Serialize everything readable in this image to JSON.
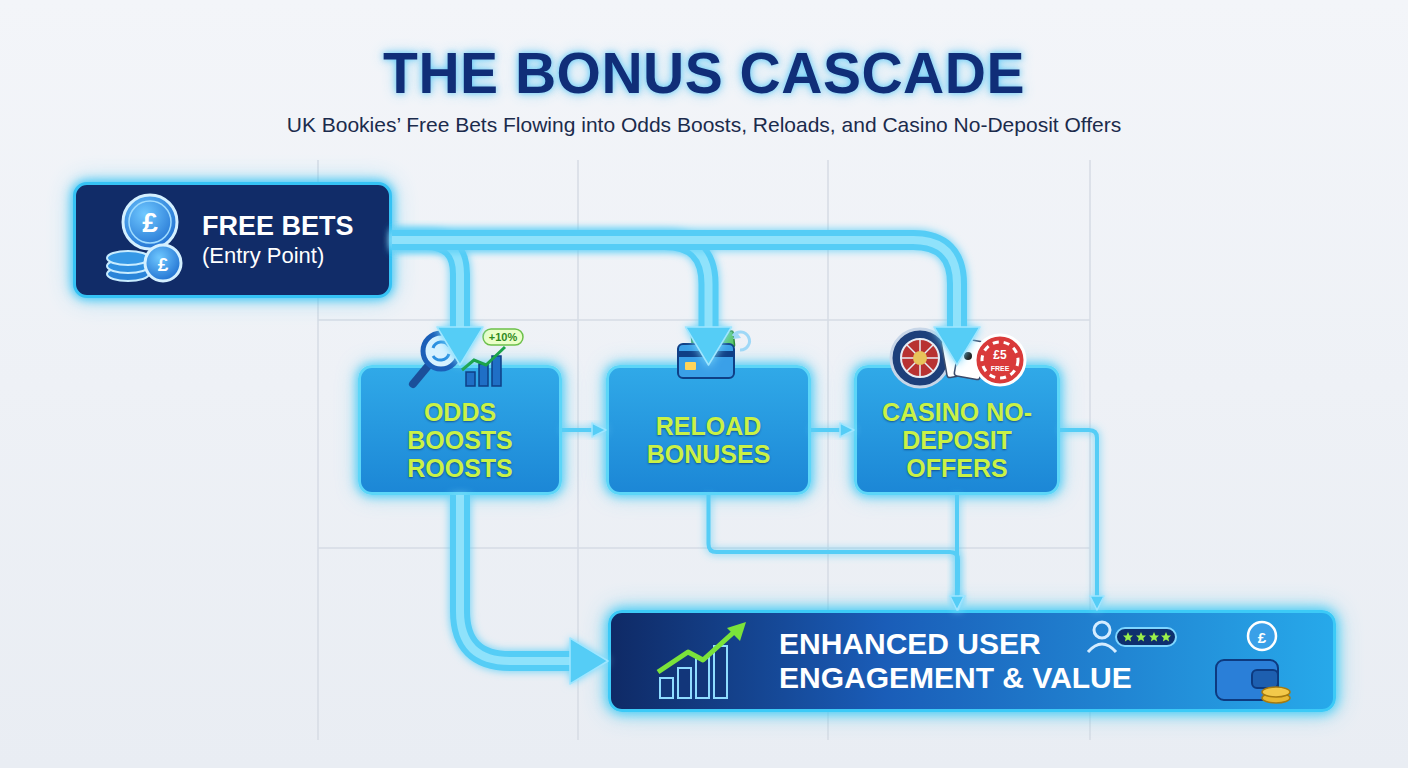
{
  "diagram": {
    "title": "THE BONUS CASCADE",
    "caption": "UK Bookies’ Free Bets Flowing into Odds Boosts, Reloads, and Casino No-Deposit Offers",
    "nodes": [
      {
        "text": [
          "FREE BETS",
          "(Entry Point)"
        ]
      },
      {
        "text": [
          "ODDS BOOSTS ROOSTS"
        ]
      },
      {
        "text": [
          "RELOAD BONUSES"
        ]
      },
      {
        "text": [
          "CASINO NO-DEPOSIT OFFERS"
        ]
      },
      {
        "text": [
          "ENHANCED USER ENGAGEMENT & VALUE"
        ]
      }
    ],
    "edges": [
      {
        "from": 0,
        "to": 1,
        "arrow": "to"
      },
      {
        "from": 0,
        "to": 2,
        "arrow": "to"
      },
      {
        "from": 0,
        "to": 3,
        "arrow": "to"
      },
      {
        "from": 1,
        "to": 2,
        "arrow": "to"
      },
      {
        "from": 2,
        "to": 3,
        "arrow": "to"
      },
      {
        "from": 1,
        "to": 4,
        "arrow": "to"
      },
      {
        "from": 2,
        "to": 4,
        "arrow": "to"
      },
      {
        "from": 3,
        "to": 4,
        "arrow": "to"
      },
      {
        "from": 3,
        "to": 4,
        "arrow": "to"
      }
    ],
    "labels": [
      "£",
      "£",
      "+10%",
      "£5",
      "FREE",
      "£"
    ]
  }
}
